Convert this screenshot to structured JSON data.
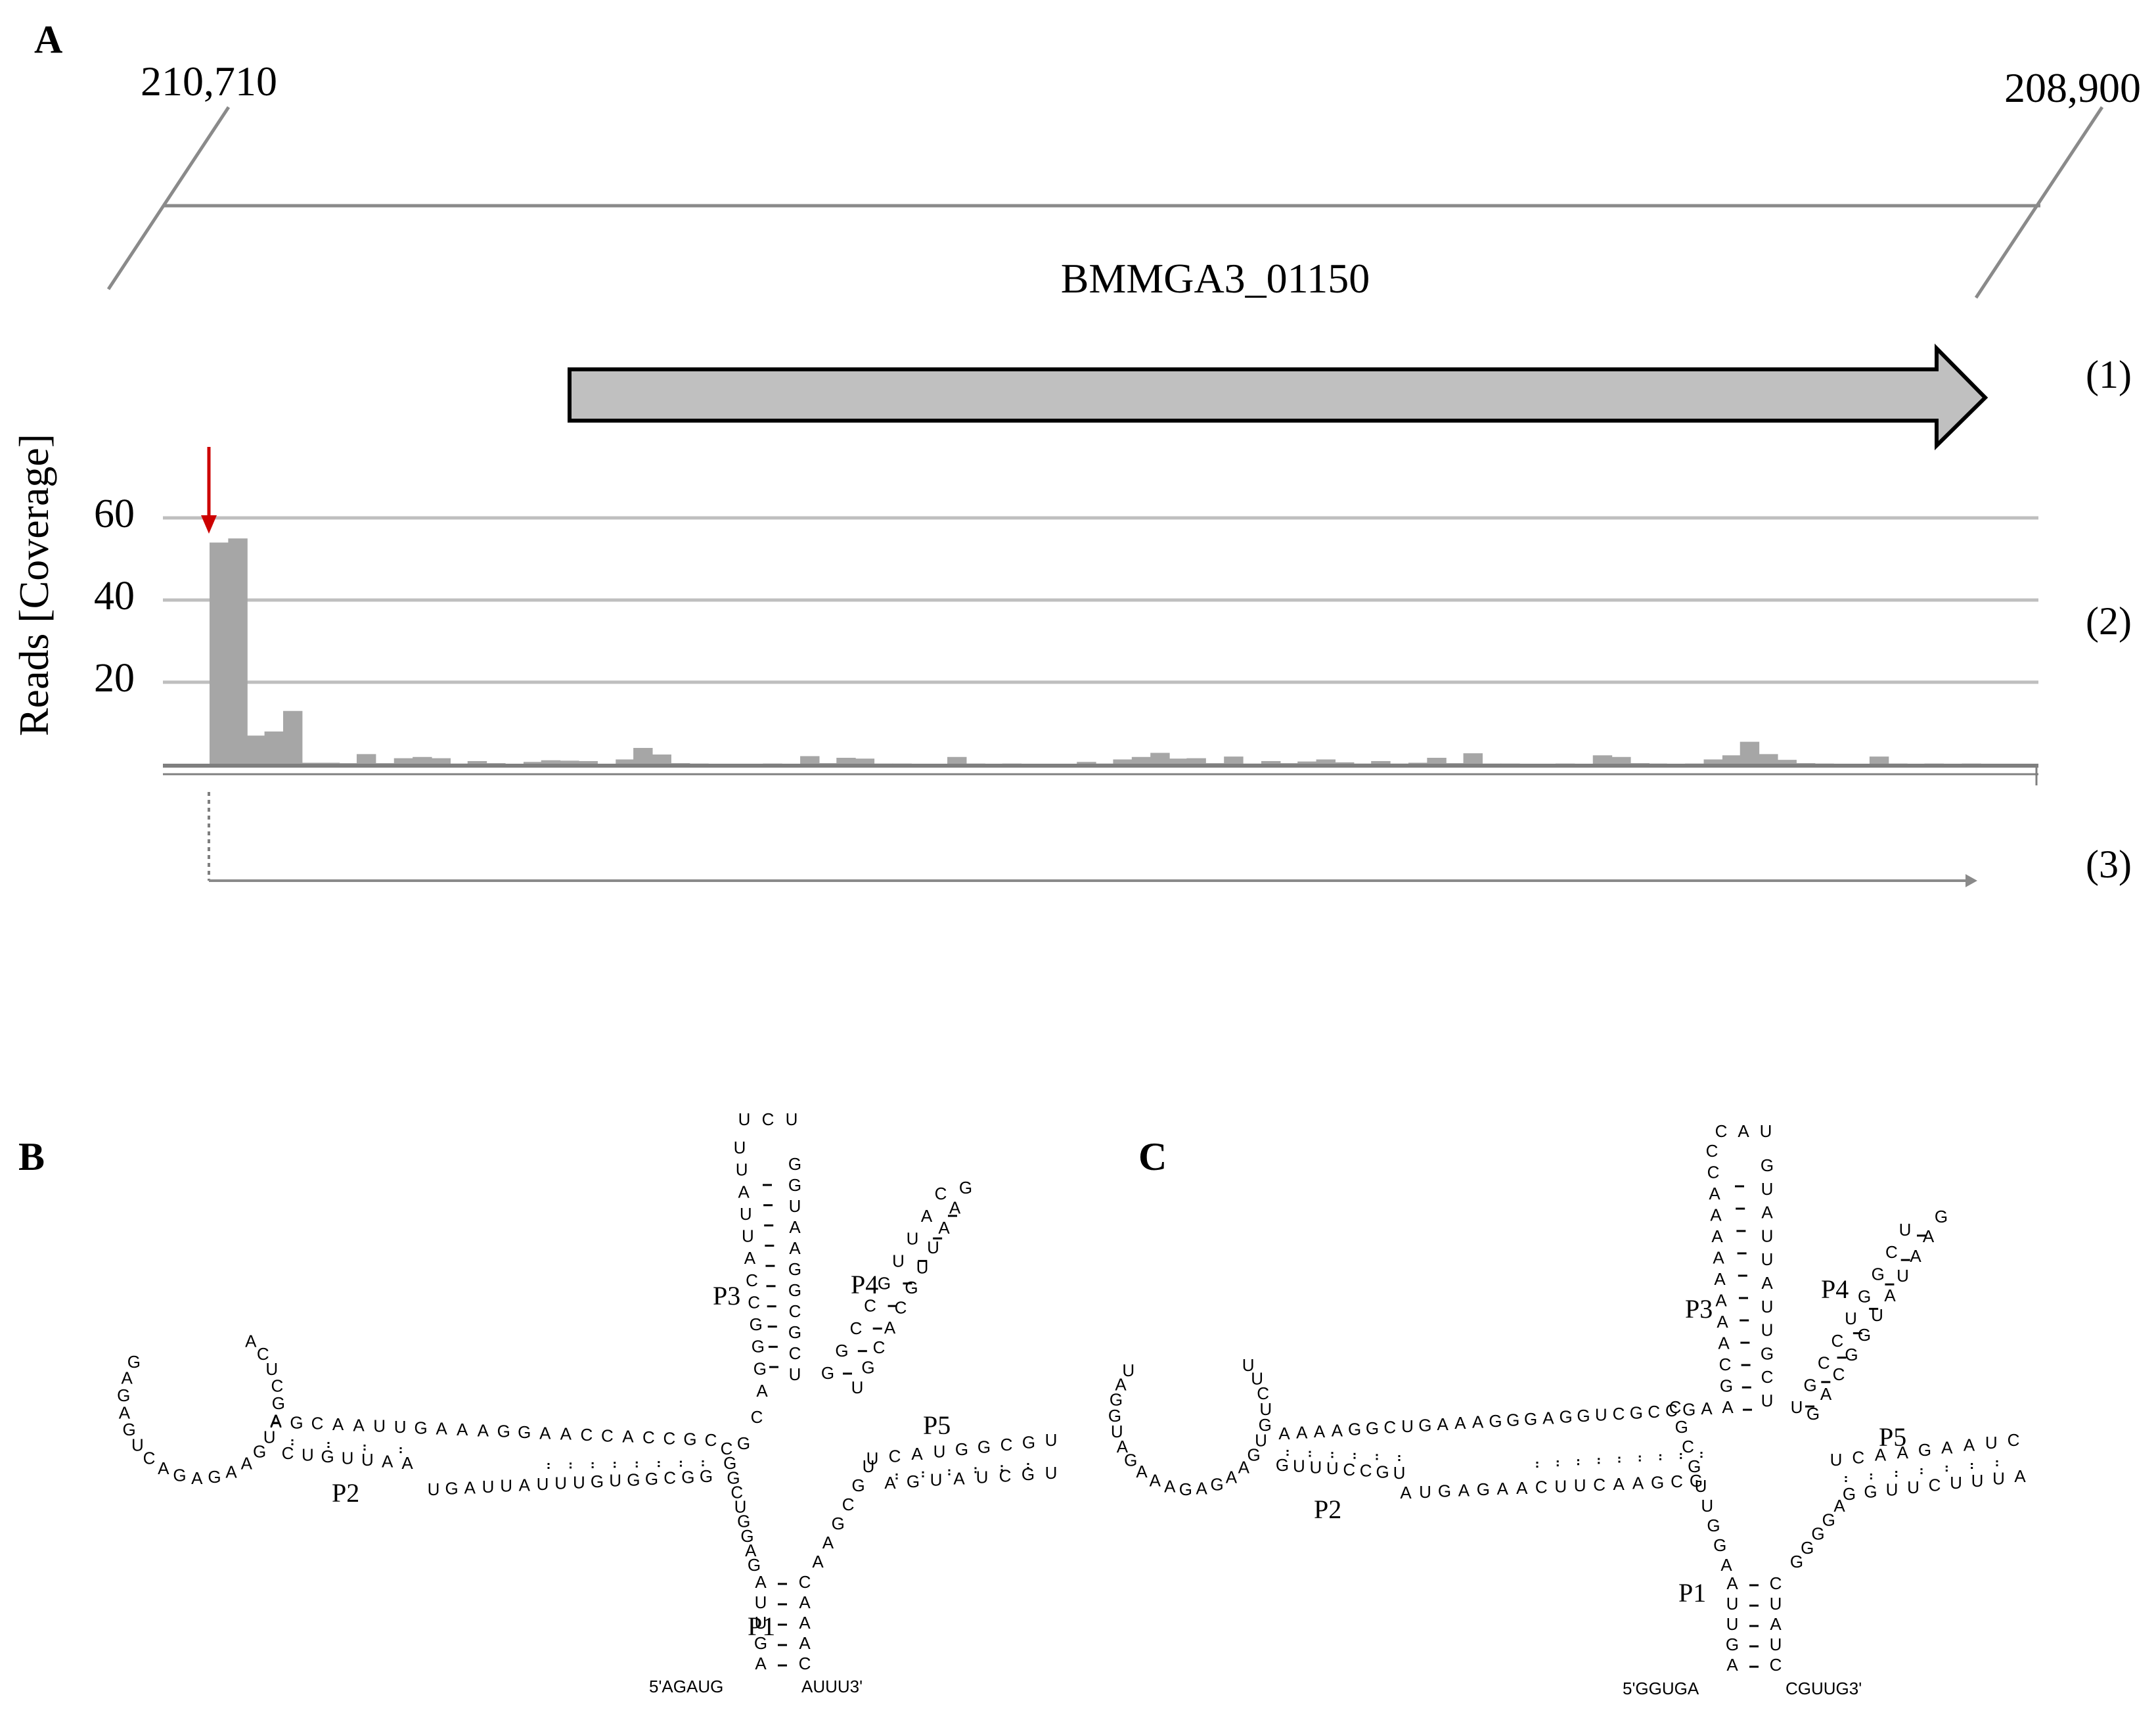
{
  "panels": {
    "A": {
      "letter": "A",
      "coord_left": "210,710",
      "coord_right": "208,900",
      "gene_name": "BMMGA3_01150",
      "track_labels": [
        "(1)",
        "(2)",
        "(3)"
      ],
      "y_axis_label": "Reads [Coverage]",
      "colors": {
        "gene_fill": "#c0c0c0",
        "coverage": "#a6a6a6",
        "gridline": "#bfbfbf",
        "tss_arrow": "#cc0000",
        "baseline": "#7f7f7f"
      },
      "icons": {
        "tss_marker": "red-down-arrow",
        "transcript": "right-arrow"
      },
      "chart_data": {
        "type": "area",
        "title": "",
        "xlabel": "",
        "ylabel": "Reads [Coverage]",
        "ylim": [
          0,
          62
        ],
        "y_ticks": [
          "20",
          "40",
          "60"
        ],
        "x_range": [
          210710,
          208900
        ],
        "grid": true,
        "x": [
          210665,
          210647,
          210629,
          210612,
          210594,
          210576,
          210558,
          210540,
          210523,
          210505,
          210487,
          210469,
          210451,
          210434,
          210416,
          210398,
          210380,
          210362,
          210345,
          210327,
          210309,
          210291,
          210273,
          210256,
          210238,
          210220,
          210202,
          210184,
          210167,
          210149,
          210131,
          210113,
          210095,
          210078,
          210060,
          210042,
          210024,
          210006,
          209989,
          209971,
          209953,
          209935,
          209917,
          209900,
          209882,
          209864,
          209846,
          209828,
          209811,
          209793,
          209775,
          209757,
          209739,
          209722,
          209704,
          209686,
          209668,
          209650,
          209633,
          209615,
          209597,
          209579,
          209561,
          209544,
          209526,
          209508,
          209490,
          209472,
          209455,
          209437,
          209419,
          209401,
          209383,
          209366,
          209348,
          209330,
          209312,
          209294,
          209277,
          209259,
          209241,
          209223,
          209205,
          209188,
          209170,
          209152,
          209134,
          209116,
          209099,
          209081,
          209063,
          209045,
          209027,
          209010,
          208992,
          208974,
          208956
        ],
        "series": [
          {
            "values": [
              54,
              55,
              7,
              8,
              13,
              0.4,
              0.4,
              0.3,
              2.5,
              0.3,
              1.5,
              1.8,
              1.5,
              0.2,
              0.8,
              0.3,
              0.1,
              0.6,
              1,
              0.9,
              0.8,
              0.1,
              1.2,
              4,
              2.4,
              0.3,
              0.2,
              0.1,
              0.1,
              0.1,
              0.2,
              0.1,
              2,
              0.3,
              1.6,
              1.4,
              0.2,
              0.2,
              0.1,
              0.1,
              1.8,
              0.2,
              0.1,
              0.2,
              0.1,
              0.1,
              0.1,
              0.6,
              0.2,
              1.2,
              1.8,
              2.8,
              1.4,
              1.5,
              0.3,
              1.9,
              0.2,
              0.8,
              0.3,
              0.7,
              1.2,
              0.5,
              0.2,
              0.8,
              0.2,
              0.4,
              1.6,
              0.3,
              2.7,
              0.2,
              0.2,
              0.1,
              0.1,
              0.2,
              0.1,
              2.2,
              1.8,
              0.3,
              0.2,
              0.1,
              0.2,
              1.2,
              2.2,
              5.5,
              2.5,
              1.1,
              0.3,
              0.2,
              0.1,
              0.1,
              1.9,
              0.2,
              0.1,
              0.2,
              0.1,
              0.2,
              0.1
            ]
          }
        ]
      }
    },
    "B": {
      "letter": "B",
      "helix_labels": [
        "P1",
        "P2",
        "P3",
        "P4",
        "P5"
      ],
      "five_prime_end": "5'AGAUG",
      "three_prime_end": "AUUU3'",
      "nt_color": "#000000"
    },
    "C": {
      "letter": "C",
      "helix_labels": [
        "P1",
        "P2",
        "P3",
        "P4",
        "P5"
      ],
      "five_prime_end": "5'GGUGA",
      "three_prime_end": "CGUUG3'",
      "nt_color": "#000000"
    }
  }
}
